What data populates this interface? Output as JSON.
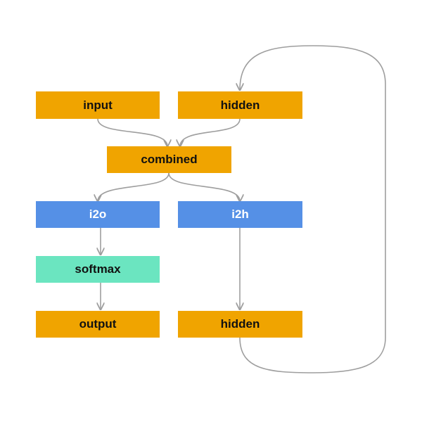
{
  "colors": {
    "tensor": "#f0a400",
    "layer": "#5590e6",
    "activation": "#6be5c0",
    "edge": "#9e9e9e",
    "text_dark": "#111111",
    "text_light": "#ffffff"
  },
  "nodes": {
    "input": {
      "label": "input",
      "kind": "tensor"
    },
    "hidden_in": {
      "label": "hidden",
      "kind": "tensor"
    },
    "combined": {
      "label": "combined",
      "kind": "tensor"
    },
    "i2o": {
      "label": "i2o",
      "kind": "layer"
    },
    "i2h": {
      "label": "i2h",
      "kind": "layer"
    },
    "softmax": {
      "label": "softmax",
      "kind": "activation"
    },
    "output": {
      "label": "output",
      "kind": "tensor"
    },
    "hidden_out": {
      "label": "hidden",
      "kind": "tensor"
    }
  },
  "edges": [
    {
      "from": "input",
      "to": "combined"
    },
    {
      "from": "hidden_in",
      "to": "combined"
    },
    {
      "from": "combined",
      "to": "i2o"
    },
    {
      "from": "combined",
      "to": "i2h"
    },
    {
      "from": "i2o",
      "to": "softmax"
    },
    {
      "from": "softmax",
      "to": "output"
    },
    {
      "from": "i2h",
      "to": "hidden_out"
    },
    {
      "from": "hidden_out",
      "to": "hidden_in",
      "type": "loop"
    }
  ]
}
